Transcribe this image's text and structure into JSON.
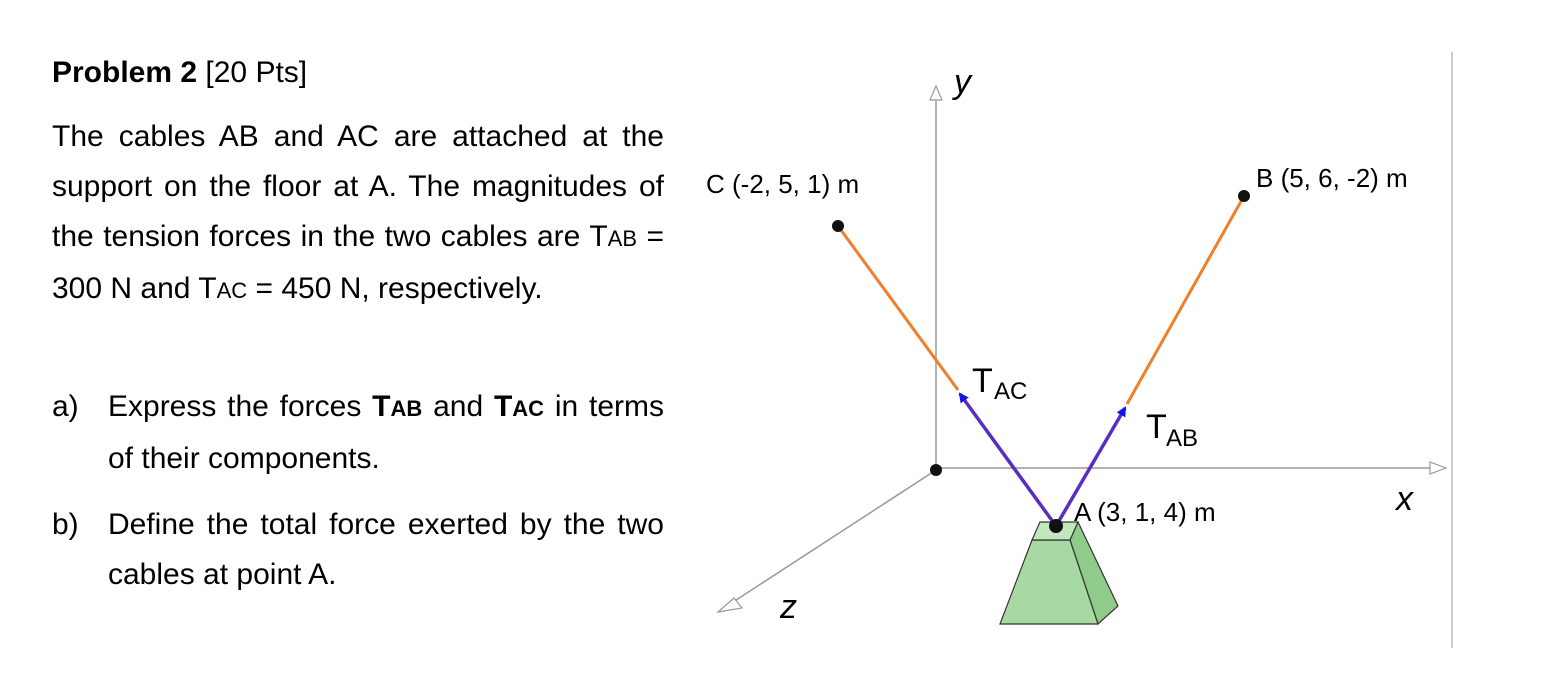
{
  "problem": {
    "title": "Problem 2",
    "points": "[20 Pts]",
    "para1": "The cables AB and AC are attached at the support on the floor at A. The magnitudes of the tension forces in the two cables are ",
    "t": "T",
    "ab": "AB",
    "ac": "AC",
    "eq_ab": " = 300 N and ",
    "eq_ac": " = 450 N, respectively.",
    "a_label": "a)",
    "a_pre": "Express the forces ",
    "a_mid": " and ",
    "a_post": " in terms of their components.",
    "b_label": "b)",
    "b_text": "Define the total force exerted by the two cables at point A."
  },
  "figure": {
    "axis_x": "x",
    "axis_y": "y",
    "axis_z": "z",
    "point_c": "C (-2, 5, 1) m",
    "point_b": "B (5, 6, -2) m",
    "point_a": "A (3, 1, 4) m",
    "t_label": "T",
    "tac_sub": "AC",
    "tab_sub": "AB",
    "colors": {
      "cable": "#f07f2a",
      "force_arrow": "#5a2dc2",
      "arrow_head": "#1414e6",
      "support": "#a8d9a2",
      "axis": "#999999"
    }
  }
}
